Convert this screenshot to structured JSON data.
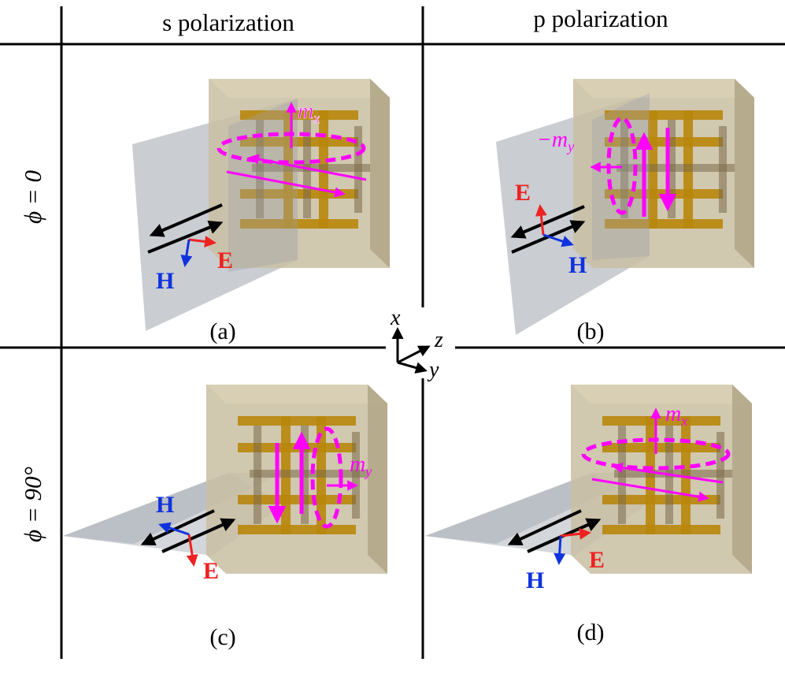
{
  "header": {
    "col_s": "s polarization",
    "col_p": "p polarization"
  },
  "rows": {
    "phi0": "ϕ = 0",
    "phi90": "ϕ = 90°"
  },
  "panels": {
    "a": {
      "label": "(a)",
      "moment": "m",
      "moment_sub": "x",
      "e": "E",
      "h": "H"
    },
    "b": {
      "label": "(b)",
      "moment": "−m",
      "moment_sub": "y",
      "e": "E",
      "h": "H"
    },
    "c": {
      "label": "(c)",
      "moment": "m",
      "moment_sub": "y",
      "e": "E",
      "h": "H"
    },
    "d": {
      "label": "(d)",
      "moment": "m",
      "moment_sub": "x",
      "e": "E",
      "h": "H"
    }
  },
  "axes": {
    "x": "x",
    "y": "y",
    "z": "z"
  },
  "colors": {
    "grid": "#000000",
    "moment": "#ff00ff",
    "e_field": "#ee2222",
    "h_field": "#1133dd",
    "block": "#c8bda0",
    "bars": "#b8860b",
    "plane": "#9ea4ad"
  }
}
